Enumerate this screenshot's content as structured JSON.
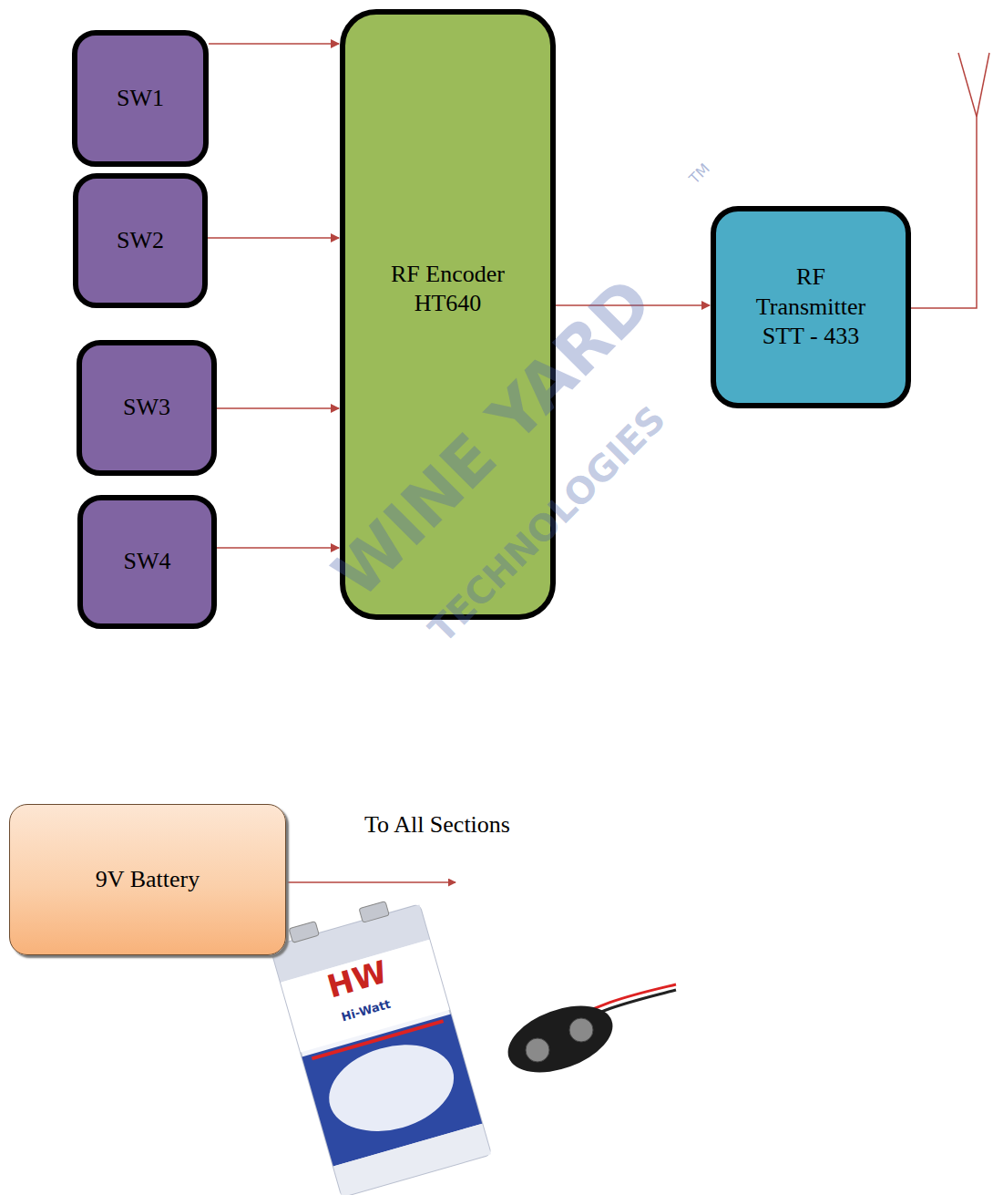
{
  "diagram": {
    "nodes": [
      {
        "text": [
          "SW1"
        ]
      },
      {
        "text": [
          "SW2"
        ]
      },
      {
        "text": [
          "SW3"
        ]
      },
      {
        "text": [
          "SW4"
        ]
      },
      {
        "text": [
          "RF Encoder HT640"
        ]
      },
      {
        "text": [
          "RF Transmitter STT - 433"
        ]
      },
      {
        "text": [
          "9V Battery"
        ]
      }
    ],
    "edges": [
      {
        "from": 0,
        "to": 4,
        "arrow": "to"
      },
      {
        "from": 1,
        "to": 4,
        "arrow": "to"
      },
      {
        "from": 2,
        "to": 4,
        "arrow": "to"
      },
      {
        "from": 3,
        "to": 4,
        "arrow": "to"
      },
      {
        "from": 4,
        "to": 5,
        "arrow": "to"
      }
    ],
    "labels": [
      "To All Sections",
      "WINE YARD",
      "TECHNOLOGIES",
      "TM",
      "HW",
      "Hi-Watt"
    ]
  }
}
